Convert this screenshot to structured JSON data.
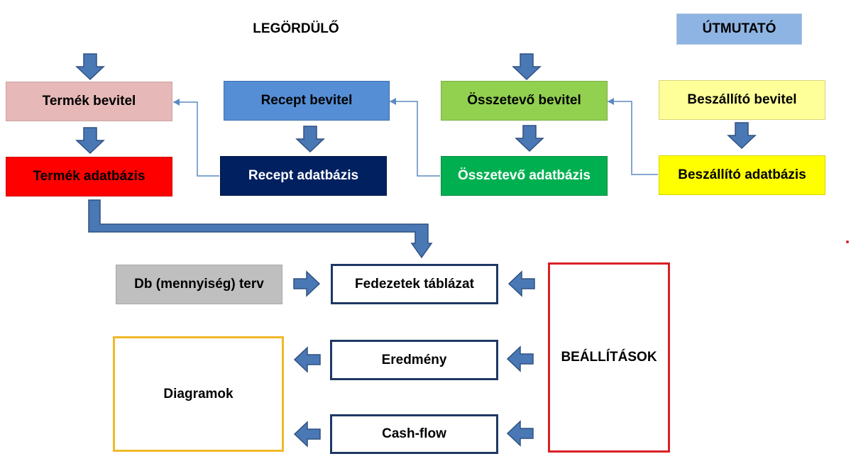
{
  "nodes": {
    "legordulo": "LEGÖRDÜLŐ",
    "utmutato": "ÚTMUTATÓ",
    "termek_bevitel": "Termék bevitel",
    "recept_bevitel": "Recept bevitel",
    "osszetevo_bevitel": "Összetevő bevitel",
    "beszallito_bevitel": "Beszállító bevitel",
    "termek_adatbazis": "Termék adatbázis",
    "recept_adatbazis": "Recept adatbázis",
    "osszetevo_adatbazis": "Összetevő adatbázis",
    "beszallito_adatbazis": "Beszállító adatbázis",
    "db_terv": "Db (mennyiség) terv",
    "fedezetek": "Fedezetek táblázat",
    "eredmeny": "Eredmény",
    "cashflow": "Cash-flow",
    "diagramok": "Diagramok",
    "beallitasok": "BEÁLLÍTÁSOK"
  },
  "colors": {
    "red_border": "#d92027",
    "utmutato_fill": "#8eb4e3",
    "termek_bevitel_fill": "#e6b9b8",
    "recept_bevitel_fill": "#558ed5",
    "osszetevo_bevitel_fill": "#92d050",
    "beszallito_bevitel_fill": "#ffff99",
    "termek_adatbazis_fill": "#ff0000",
    "recept_adatbazis_fill": "#002060",
    "osszetevo_adatbazis_fill": "#00b050",
    "beszallito_adatbazis_fill": "#ffff00",
    "db_terv_fill": "#bfbfbf",
    "navy_border": "#1f3864",
    "diagramok_border": "#f0b929",
    "arrow_fill": "#4a78b5",
    "arrow_stroke": "#2f5182",
    "connector": "#5b8ac2"
  }
}
